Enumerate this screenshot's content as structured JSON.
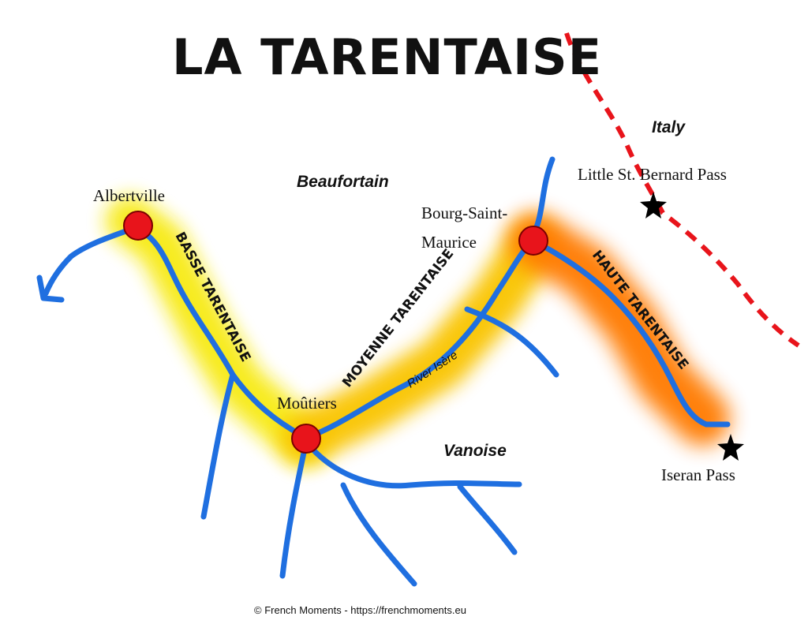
{
  "title": "LA TARENTAISE",
  "regions": {
    "italy": "Italy",
    "beaufortain": "Beaufortain",
    "vanoise": "Vanoise"
  },
  "towns": {
    "albertville": "Albertville",
    "bourg_line1": "Bourg-Saint-",
    "bourg_line2": "Maurice",
    "moutiers": "Moûtiers"
  },
  "passes": {
    "little_st_bernard": "Little St. Bernard Pass",
    "iseran": "Iseran Pass"
  },
  "valley_sections": {
    "basse": "BASSE TARENTAISE",
    "moyenne": "MOYENNE TARENTAISE",
    "haute": "HAUTE TARENTAISE"
  },
  "river_label": "River Isère",
  "credit": "© French Moments - https://frenchmoments.eu",
  "colors": {
    "river": "#1f6fe0",
    "town_marker": "#e8141b",
    "basse_highlight": "#f7ea14",
    "moyenne_highlight": "#f9c400",
    "haute_highlight": "#ff7a00",
    "border": "#e8141b",
    "pass_marker": "#000000"
  },
  "icons": {
    "town": "red-circle",
    "pass": "black-star",
    "border": "dashed-red-line",
    "river_flow": "arrowhead"
  }
}
